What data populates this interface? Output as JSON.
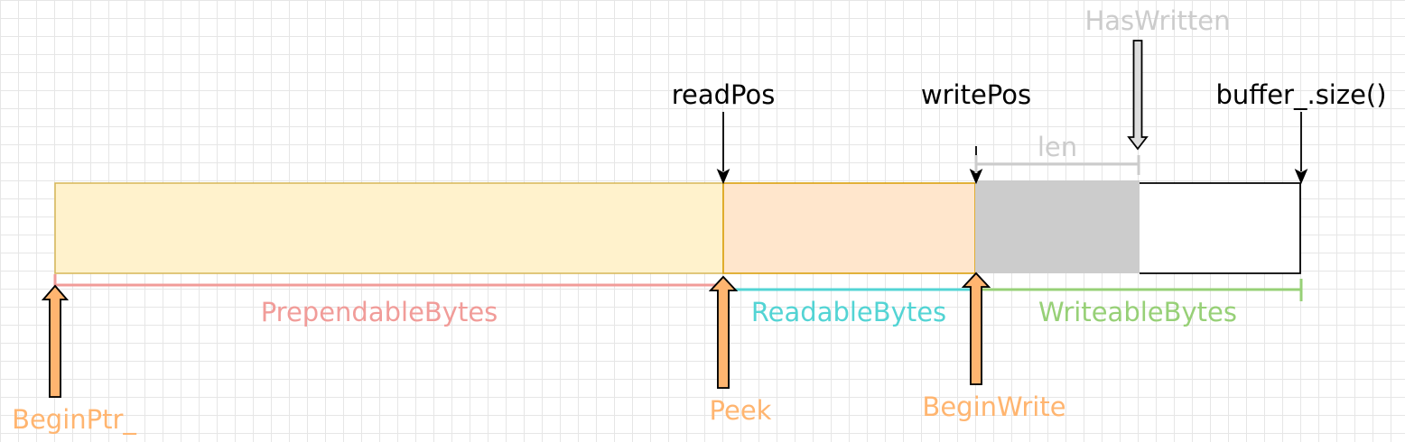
{
  "colors": {
    "prependable_fill": "#fff2cc",
    "prependable_stroke": "#d6b656",
    "readable_fill": "#ffe6cc",
    "readable_stroke": "#d79b00",
    "written_fill": "#cccccc",
    "free_fill": "#ffffff",
    "black": "#000000",
    "grey_arrow": "#bbbbbb",
    "pink": "#f19c99",
    "cyan": "#53d4d4",
    "green": "#97d077",
    "orange": "#ffb570"
  },
  "labels": {
    "has_written": "HasWritten",
    "read_pos": "readPos",
    "write_pos": "writePos",
    "buffer_size": "buffer_.size()",
    "len": "len",
    "prependable_bytes": "PrependableBytes",
    "readable_bytes": "ReadableBytes",
    "writeable_bytes": "WriteableBytes",
    "begin_ptr": "BeginPtr_",
    "peek": "Peek",
    "begin_write": "BeginWrite"
  },
  "icons": {
    "pointer_arrow": "arrow-down-icon",
    "hollow_arrow": "hollow-arrow-icon"
  }
}
